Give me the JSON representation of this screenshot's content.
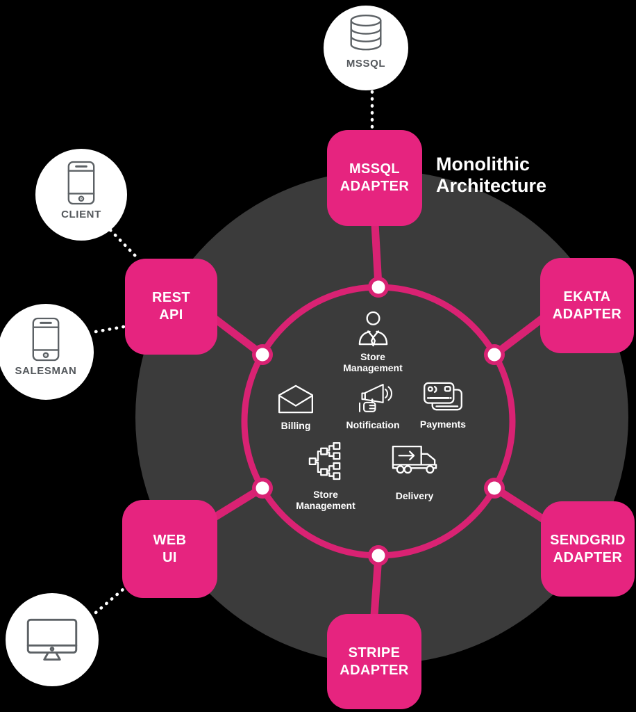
{
  "title": {
    "line1": "Monolithic",
    "line2": "Architecture"
  },
  "external": {
    "mssql_db": {
      "label": "MSSQL",
      "icon": "database-icon"
    },
    "client": {
      "label": "CLIENT",
      "icon": "smartphone-icon"
    },
    "salesman": {
      "label": "SALESMAN",
      "icon": "smartphone-icon"
    },
    "workstation": {
      "icon": "desktop-monitor-icon"
    }
  },
  "adapters": {
    "mssql": {
      "line1": "MSSQL",
      "line2": "ADAPTER"
    },
    "rest": {
      "line1": "REST",
      "line2": "API"
    },
    "ekata": {
      "line1": "EKATA",
      "line2": "ADAPTER"
    },
    "webui": {
      "line1": "WEB",
      "line2": "UI"
    },
    "sendgrid": {
      "line1": "SENDGRID",
      "line2": "ADAPTER"
    },
    "stripe": {
      "line1": "STRIPE",
      "line2": "ADAPTER"
    }
  },
  "modules": {
    "store_management_top": {
      "line1": "Store",
      "line2": "Management",
      "icon": "manager-icon"
    },
    "billing": {
      "label": "Billing",
      "icon": "open-envelope-icon"
    },
    "notification": {
      "label": "Notification",
      "icon": "megaphone-icon"
    },
    "payments": {
      "label": "Payments",
      "icon": "credit-cards-icon"
    },
    "store_management_bottom": {
      "line1": "Store",
      "line2": "Management",
      "icon": "tree-hierarchy-icon"
    },
    "delivery": {
      "label": "Delivery",
      "icon": "delivery-truck-icon"
    }
  },
  "colors": {
    "pink_box": "#e6247f",
    "pink_line": "#d92273",
    "monolith_circle": "#3b3b3b",
    "background": "#000000",
    "node_fill": "#ffffff",
    "icon_stroke_gray": "#5c6165",
    "label_gray": "#54585c",
    "white_text": "#ffffff"
  }
}
